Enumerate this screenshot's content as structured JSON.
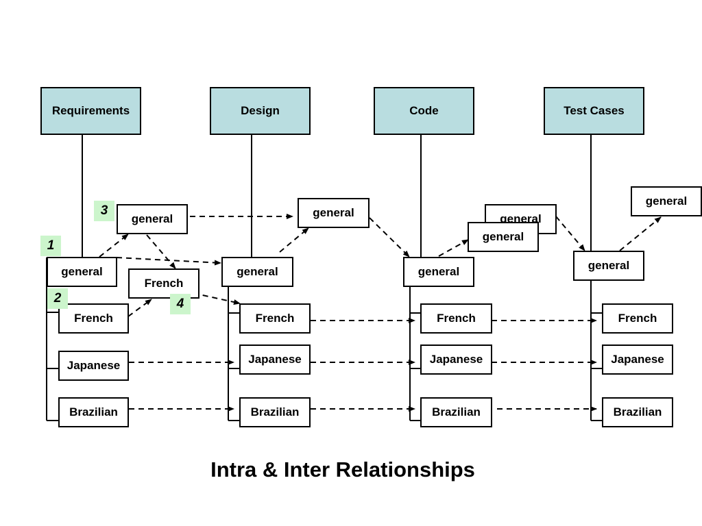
{
  "title": "Intra & Inter Relationships",
  "columns": {
    "requirements": "Requirements",
    "design": "Design",
    "code": "Code",
    "test_cases": "Test Cases"
  },
  "requirements": {
    "general": "general",
    "general_variant": "general",
    "french": "French",
    "french_variant": "French",
    "japanese": "Japanese",
    "brazilian": "Brazilian"
  },
  "design": {
    "general": "general",
    "general_variant": "general",
    "french": "French",
    "japanese": "Japanese",
    "brazilian": "Brazilian"
  },
  "code": {
    "general": "general",
    "general_variant_back": "general",
    "general_variant_front": "general",
    "french": "French",
    "japanese": "Japanese",
    "brazilian": "Brazilian"
  },
  "test_cases": {
    "general": "general",
    "general_variant": "general",
    "french": "French",
    "japanese": "Japanese",
    "brazilian": "Brazilian"
  },
  "markers": [
    "1",
    "2",
    "3",
    "4"
  ],
  "colors": {
    "header_fill": "#b9dde0",
    "marker_fill": "#ccf5cc",
    "line": "#000000"
  }
}
